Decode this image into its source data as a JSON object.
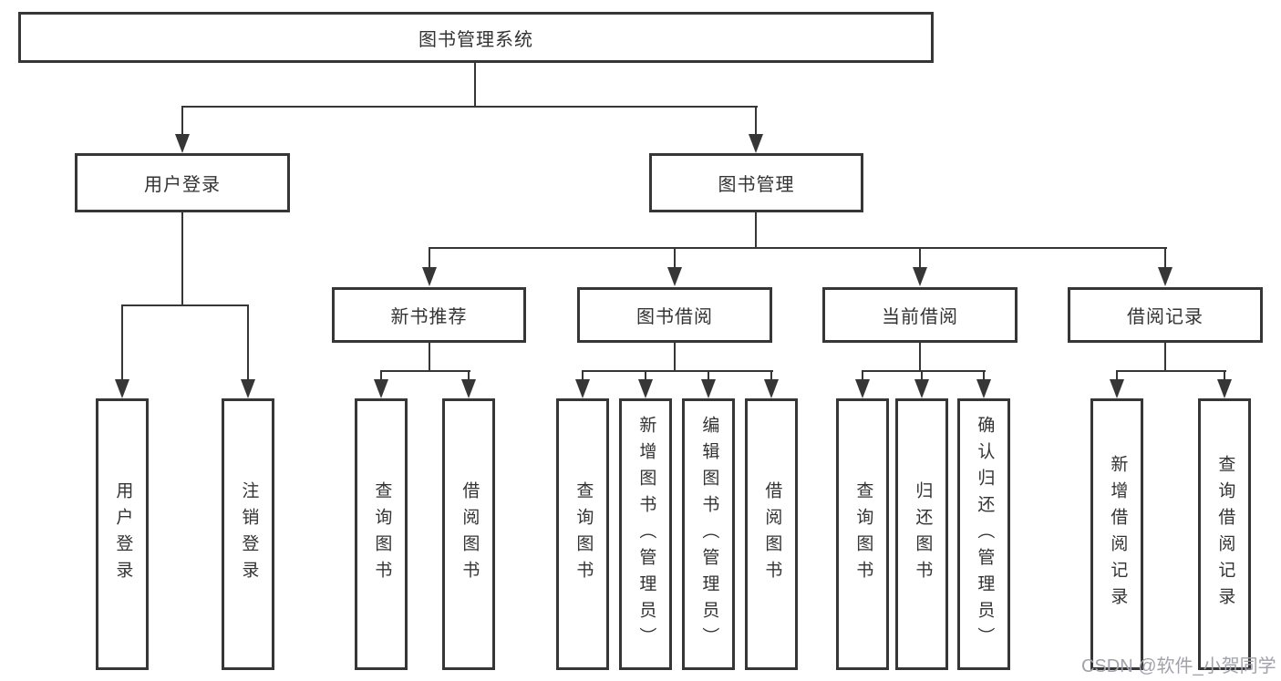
{
  "diagram": {
    "title": "图书管理系统",
    "nodes": {
      "root": "图书管理系统",
      "user_login": "用户登录",
      "book_management": "图书管理",
      "new_book_recommend": "新书推荐",
      "book_borrow": "图书借阅",
      "current_borrow": "当前借阅",
      "borrow_records": "借阅记录",
      "leaves": {
        "user_login_children": [
          "用户登录",
          "注销登录"
        ],
        "new_book_recommend_children": [
          "查询图书",
          "借阅图书"
        ],
        "book_borrow_children": [
          "查询图书",
          "新增图书（管理员）",
          "编辑图书（管理员）",
          "借阅图书"
        ],
        "current_borrow_children": [
          "查询图书",
          "归还图书",
          "确认归还（管理员）"
        ],
        "borrow_records_children": [
          "新增借阅记录",
          "查询借阅记录"
        ]
      }
    }
  },
  "watermark": {
    "text": "CSDN @软件_小贺同学"
  },
  "colors": {
    "line": "#363636",
    "box_border": "#363636",
    "box_background": "#ffffff",
    "text": "#333333",
    "watermark_text": "#a2a2ac",
    "page_background": "#ffffff"
  }
}
